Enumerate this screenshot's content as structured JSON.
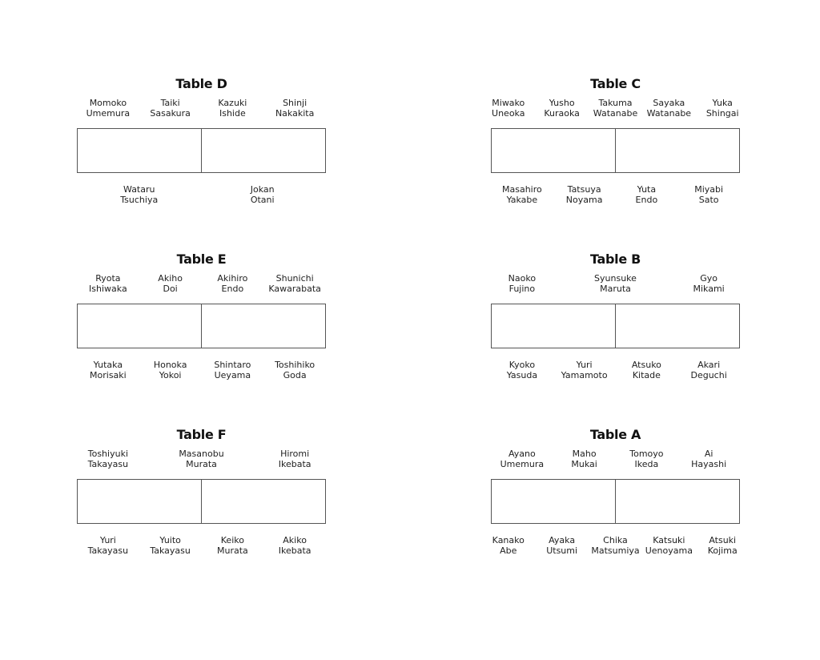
{
  "tables": [
    {
      "id": "d",
      "title": "Table D",
      "top": [
        [
          "Momoko",
          "Umemura"
        ],
        [
          "Taiki",
          "Sasakura"
        ],
        [
          "Kazuki",
          "Ishide"
        ],
        [
          "Shinji",
          "Nakakita"
        ]
      ],
      "bottom": [
        [
          "Wataru",
          "Tsuchiya"
        ],
        [
          "Jokan",
          "Otani"
        ]
      ]
    },
    {
      "id": "c",
      "title": "Table C",
      "top": [
        [
          "Miwako",
          "Uneoka"
        ],
        [
          "Yusho",
          "Kuraoka"
        ],
        [
          "Takuma",
          "Watanabe"
        ],
        [
          "Sayaka",
          "Watanabe"
        ],
        [
          "Yuka",
          "Shingai"
        ]
      ],
      "bottom": [
        [
          "Masahiro",
          "Yakabe"
        ],
        [
          "Tatsuya",
          "Noyama"
        ],
        [
          "Yuta",
          "Endo"
        ],
        [
          "Miyabi",
          "Sato"
        ]
      ]
    },
    {
      "id": "e",
      "title": "Table E",
      "top": [
        [
          "Ryota",
          "Ishiwaka"
        ],
        [
          "Akiho",
          "Doi"
        ],
        [
          "Akihiro",
          "Endo"
        ],
        [
          "Shunichi",
          "Kawarabata"
        ]
      ],
      "bottom": [
        [
          "Yutaka",
          "Morisaki"
        ],
        [
          "Honoka",
          "Yokoi"
        ],
        [
          "Shintaro",
          "Ueyama"
        ],
        [
          "Toshihiko",
          "Goda"
        ]
      ]
    },
    {
      "id": "b",
      "title": "Table B",
      "top": [
        [
          "Naoko",
          "Fujino"
        ],
        [
          "Syunsuke",
          "Maruta"
        ],
        [
          "Gyo",
          "Mikami"
        ]
      ],
      "bottom": [
        [
          "Kyoko",
          "Yasuda"
        ],
        [
          "Yuri",
          "Yamamoto"
        ],
        [
          "Atsuko",
          "Kitade"
        ],
        [
          "Akari",
          "Deguchi"
        ]
      ]
    },
    {
      "id": "f",
      "title": "Table F",
      "top": [
        [
          "Toshiyuki",
          "Takayasu"
        ],
        [
          "Masanobu",
          "Murata"
        ],
        [
          "Hiromi",
          "Ikebata"
        ]
      ],
      "bottom": [
        [
          "Yuri",
          "Takayasu"
        ],
        [
          "Yuito",
          "Takayasu"
        ],
        [
          "Keiko",
          "Murata"
        ],
        [
          "Akiko",
          "Ikebata"
        ]
      ]
    },
    {
      "id": "a",
      "title": "Table A",
      "top": [
        [
          "Ayano",
          "Umemura"
        ],
        [
          "Maho",
          "Mukai"
        ],
        [
          "Tomoyo",
          "Ikeda"
        ],
        [
          "Ai",
          "Hayashi"
        ]
      ],
      "bottom": [
        [
          "Kanako",
          "Abe"
        ],
        [
          "Ayaka",
          "Utsumi"
        ],
        [
          "Chika",
          "Matsumiya"
        ],
        [
          "Katsuki",
          "Uenoyama"
        ],
        [
          "Atsuki",
          "Kojima"
        ]
      ]
    }
  ]
}
